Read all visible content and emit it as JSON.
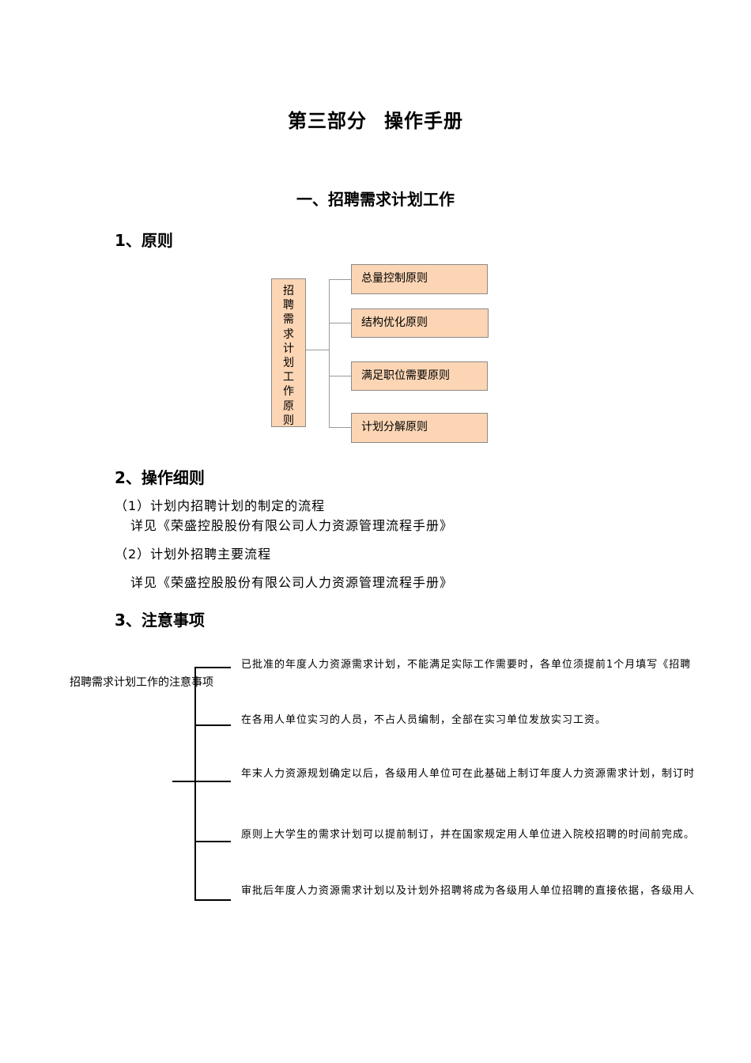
{
  "doc": {
    "title_part1": "第三部分",
    "title_part2": "操作手册",
    "section_heading": "一、招聘需求计划工作",
    "principles": {
      "heading": "1、原则",
      "root_label": [
        "招",
        "聘",
        "需",
        "求",
        "计",
        "划",
        "工",
        "作",
        "原",
        "则"
      ],
      "items": [
        "总量控制原则",
        "结构优化原则",
        "满足职位需要原则",
        "计划分解原则"
      ]
    },
    "rules": {
      "heading": "2、操作细则",
      "item1": "（1）计划内招聘计划的制定的流程",
      "item1_ref": "详见《荣盛控股股份有限公司人力资源管理流程手册》",
      "item2": "（2）计划外招聘主要流程",
      "item2_ref": "详见《荣盛控股股份有限公司人力资源管理流程手册》"
    },
    "notes": {
      "heading": "3、注意事项",
      "root_label": "招聘需求计划工作的注意事项",
      "items": [
        "已批准的年度人力资源需求计划，不能满足实际工作需要时，各单位须提前1个月填写《招聘",
        "在各用人单位实习的人员，不占人员编制，全部在实习单位发放实习工资。",
        "年末人力资源规划确定以后，各级用人单位可在此基础上制订年度人力资源需求计划，制订时",
        "原则上大学生的需求计划可以提前制订，并在国家规定用人单位进入院校招聘的时间前完成。",
        "审批后年度人力资源需求计划以及计划外招聘将成为各级用人单位招聘的直接依据，各级用人"
      ]
    }
  }
}
